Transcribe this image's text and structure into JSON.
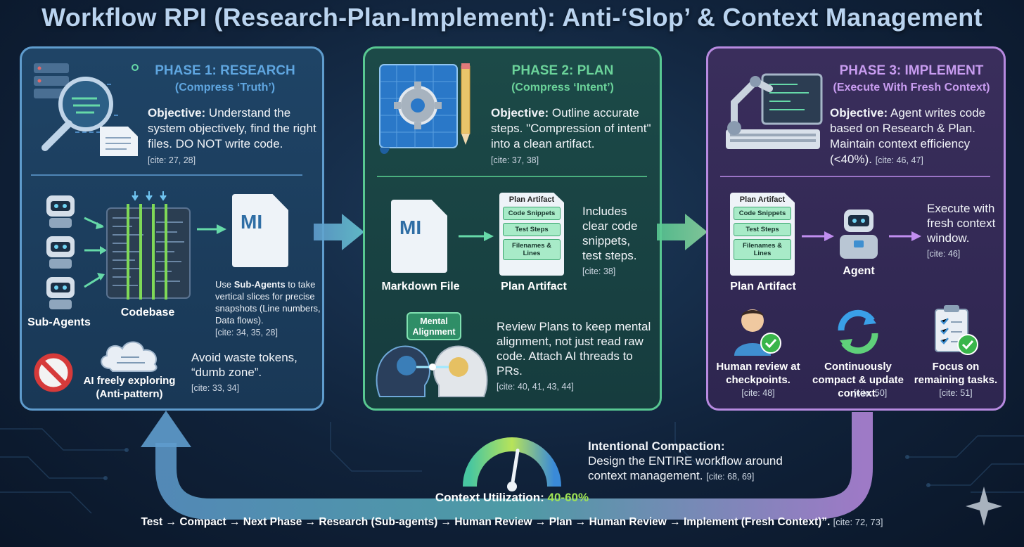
{
  "title": "Workflow RPI (Research-Plan-Implement): Anti-‘Slop’ & Context Management",
  "colors": {
    "research": "#5f9ccd",
    "plan": "#58c892",
    "implement": "#b78ae0",
    "accent": "#7fd957"
  },
  "phase1": {
    "title": "PHASE 1: RESEARCH",
    "subtitle": "(Compress ‘Truth’)",
    "objective_label": "Objective:",
    "objective_text": " Understand the system objectively, find the right files. DO NOT write code.",
    "objective_cite": "[cite: 27, 28]",
    "sub_agents_label": "Sub-Agents",
    "codebase_label": "Codebase",
    "md_glyph": "MI",
    "use_prefix": "Use ",
    "use_bold": "Sub-Agents",
    "use_suffix": " to take vertical slices for precise snapshots (Line numbers, Data flows).",
    "use_cite": "[cite: 34, 35, 28]",
    "anti_label": "AI freely exploring (Anti-pattern)",
    "avoid_text": "Avoid waste tokens, “dumb zone”.",
    "avoid_cite": "[cite: 33, 34]"
  },
  "phase2": {
    "title": "PHASE 2: PLAN",
    "subtitle": "(Compress ‘Intent’)",
    "objective_label": "Objective:",
    "objective_text": " Outline accurate steps. \"Compression of intent\" into a clean artifact.",
    "objective_cite": "[cite: 37, 38]",
    "md_glyph": "MI",
    "markdown_label": "Markdown File",
    "artifact_title": "Plan Artifact",
    "artifact_chips": [
      "Code Snippets",
      "Test Steps",
      "Filenames & Lines"
    ],
    "plan_artifact_label": "Plan Artifact",
    "includes_text": "Includes clear code snippets, test steps.",
    "includes_cite": "[cite: 38]",
    "mental_bubble": "Mental Alignment",
    "review_text": "Review Plans to keep mental alignment, not just read raw code. Attach AI threads to PRs.",
    "review_cite": "[cite: 40, 41, 43, 44]"
  },
  "phase3": {
    "title": "PHASE 3: IMPLEMENT",
    "subtitle": "(Execute With Fresh Context)",
    "objective_label": "Objective:",
    "objective_text": " Agent writes code based on Research & Plan. Maintain context efficiency (<40%).",
    "objective_cite": "[cite: 46, 47]",
    "artifact_title": "Plan Artifact",
    "artifact_chips": [
      "Code Snippets",
      "Test Steps",
      "Filenames & Lines"
    ],
    "plan_artifact_label": "Plan Artifact",
    "agent_label": "Agent",
    "execute_text": "Execute with fresh context window.",
    "execute_cite": "[cite: 46]",
    "human_label": "Human review at checkpoints.",
    "human_cite": "[cite: 48]",
    "compact_label": "Continuously compact & update context.",
    "compact_cite": "[cite: 50]",
    "focus_label": "Focus on remaining tasks.",
    "focus_cite": "[cite: 51]"
  },
  "context": {
    "gauge_label": "Context Utilization: ",
    "gauge_value": "40-60%",
    "gauge_level_percent": 55,
    "compaction_title": "Intentional Compaction:",
    "compaction_text": "Design the ENTIRE workflow around context management.",
    "compaction_cite": "[cite: 68, 69]"
  },
  "bottom_flow": {
    "text": "Test → Compact → Next Phase → Research (Sub-agents) → Human Review → Plan → Human Review → Implement (Fresh Context)”.",
    "cite": "[cite: 72, 73]"
  }
}
